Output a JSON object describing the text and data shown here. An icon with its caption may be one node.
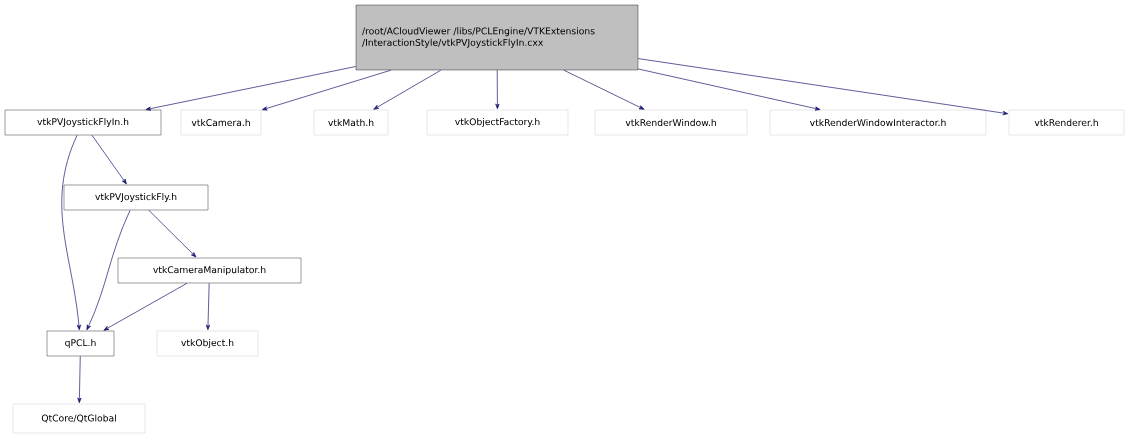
{
  "diagram": {
    "nodes": [
      {
        "text": [
          "/root/ACloudViewer /libs/PCLEngine/VTKExtensions /InteractionStyle/vtkPVJoystickFlyIn.cxx"
        ]
      },
      {
        "text": [
          "vtkPVJoystickFlyIn.h"
        ]
      },
      {
        "text": [
          "vtkCamera.h"
        ]
      },
      {
        "text": [
          "vtkMath.h"
        ]
      },
      {
        "text": [
          "vtkObjectFactory.h"
        ]
      },
      {
        "text": [
          "vtkRenderWindow.h"
        ]
      },
      {
        "text": [
          "vtkRenderWindowInteractor.h"
        ]
      },
      {
        "text": [
          "vtkRenderer.h"
        ]
      },
      {
        "text": [
          "vtkPVJoystickFly.h"
        ]
      },
      {
        "text": [
          "vtkCameraManipulator.h"
        ]
      },
      {
        "text": [
          "qPCL.h"
        ]
      },
      {
        "text": [
          "vtkObject.h"
        ]
      },
      {
        "text": [
          "QtCore/QtGlobal"
        ]
      }
    ],
    "edges": [
      {
        "from": 0,
        "to": 1,
        "arrow": "to"
      },
      {
        "from": 0,
        "to": 2,
        "arrow": "to"
      },
      {
        "from": 0,
        "to": 3,
        "arrow": "to"
      },
      {
        "from": 0,
        "to": 4,
        "arrow": "to"
      },
      {
        "from": 0,
        "to": 5,
        "arrow": "to"
      },
      {
        "from": 0,
        "to": 6,
        "arrow": "to"
      },
      {
        "from": 0,
        "to": 7,
        "arrow": "to"
      },
      {
        "from": 1,
        "to": 8,
        "arrow": "to"
      },
      {
        "from": 1,
        "to": 10,
        "arrow": "to"
      },
      {
        "from": 8,
        "to": 9,
        "arrow": "to"
      },
      {
        "from": 8,
        "to": 10,
        "arrow": "to"
      },
      {
        "from": 9,
        "to": 10,
        "arrow": "to"
      },
      {
        "from": 9,
        "to": 11,
        "arrow": "to"
      },
      {
        "from": 10,
        "to": 12,
        "arrow": "to"
      }
    ]
  }
}
